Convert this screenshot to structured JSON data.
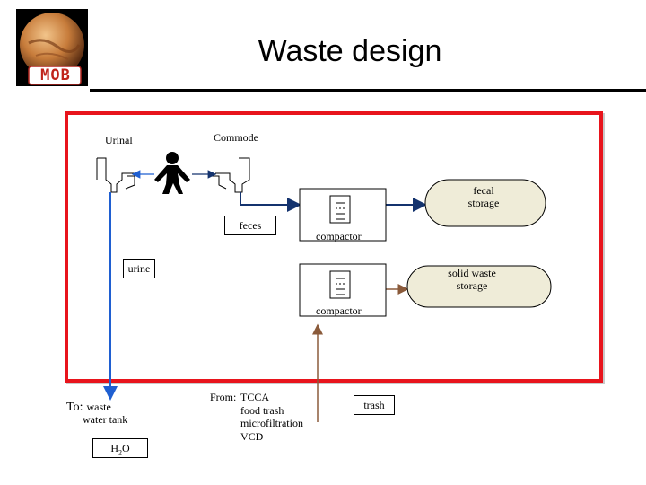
{
  "slide": {
    "title": "Waste design",
    "logo_text": "MOB"
  },
  "diagram": {
    "urinal_label": "Urinal",
    "commode_label": "Commode",
    "feces_label": "feces",
    "urine_label": "urine",
    "compactor_top_label": "compactor",
    "compactor_bottom_label": "compactor",
    "fecal_storage_label": "fecal storage",
    "solid_waste_storage_label": "solid waste storage",
    "to_prefix": "To:",
    "to_line1": "waste",
    "to_line2": "water tank",
    "h2o_label": "H",
    "h2o_sub": "2",
    "h2o_suffix": "O",
    "from_prefix": "From:",
    "from_items": [
      "TCCA",
      "food trash",
      "microfiltration",
      "VCD"
    ],
    "trash_label": "trash"
  },
  "colors": {
    "frame": "#e8141c",
    "urine_line": "#1f5fd1",
    "feces_line": "#14336e",
    "trash_line": "#8a5a3a",
    "storage_fill": "#efecd8"
  }
}
